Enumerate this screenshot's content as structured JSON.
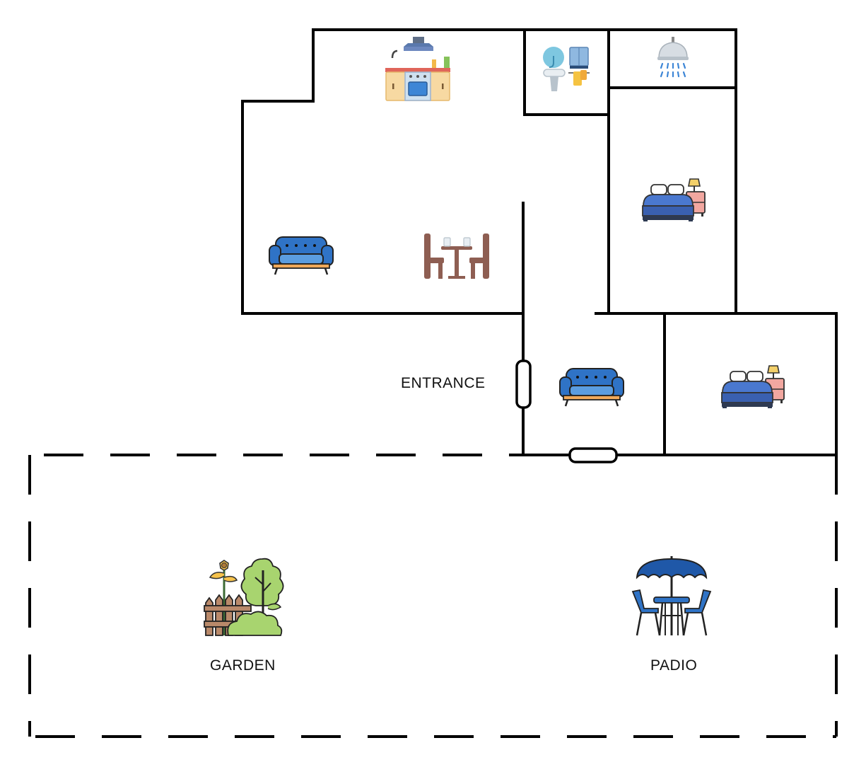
{
  "labels": {
    "entrance": "ENTRANCE",
    "garden": "GARDEN",
    "patio": "PADIO"
  },
  "colors": {
    "wall": "#000000",
    "sofa": "#2f73c6",
    "bed_blanket": "#4a78cf",
    "chair": "#8e5e52",
    "umbrella": "#1f58a8",
    "kitchen_cabinet": "#f7d9a2",
    "plant_green": "#a8d46f",
    "fence": "#b9896a"
  },
  "icons": [
    {
      "name": "kitchen-icon"
    },
    {
      "name": "bathroom-sink-icon"
    },
    {
      "name": "shower-icon"
    },
    {
      "name": "bed-icon"
    },
    {
      "name": "sofa-icon"
    },
    {
      "name": "dining-table-icon"
    },
    {
      "name": "garden-icon"
    },
    {
      "name": "patio-table-icon"
    }
  ]
}
